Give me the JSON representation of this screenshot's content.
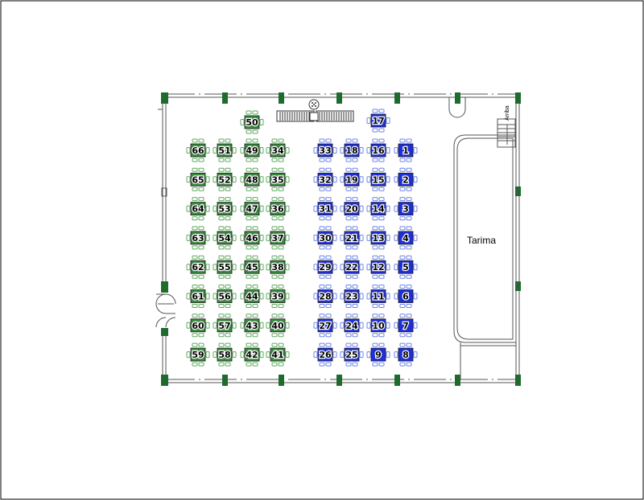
{
  "labels": {
    "stage": "Tarima",
    "stairs": "Arriba"
  },
  "colors": {
    "green_table": "#3a8a3e",
    "green_chair": "#5faa60",
    "blue_table": "#1f2fd8",
    "blue_chair": "#6f86e6",
    "wall": "#555555",
    "pillar": "#1e6b2e"
  },
  "tables": {
    "green": [
      {
        "number": "50",
        "col": 2,
        "row": -1
      },
      {
        "number": "66",
        "col": 0,
        "row": 0
      },
      {
        "number": "51",
        "col": 1,
        "row": 0
      },
      {
        "number": "49",
        "col": 2,
        "row": 0
      },
      {
        "number": "34",
        "col": 3,
        "row": 0
      },
      {
        "number": "65",
        "col": 0,
        "row": 1
      },
      {
        "number": "52",
        "col": 1,
        "row": 1
      },
      {
        "number": "48",
        "col": 2,
        "row": 1
      },
      {
        "number": "35",
        "col": 3,
        "row": 1
      },
      {
        "number": "64",
        "col": 0,
        "row": 2
      },
      {
        "number": "53",
        "col": 1,
        "row": 2
      },
      {
        "number": "47",
        "col": 2,
        "row": 2
      },
      {
        "number": "36",
        "col": 3,
        "row": 2
      },
      {
        "number": "63",
        "col": 0,
        "row": 3
      },
      {
        "number": "54",
        "col": 1,
        "row": 3
      },
      {
        "number": "46",
        "col": 2,
        "row": 3
      },
      {
        "number": "37",
        "col": 3,
        "row": 3
      },
      {
        "number": "62",
        "col": 0,
        "row": 4
      },
      {
        "number": "55",
        "col": 1,
        "row": 4
      },
      {
        "number": "45",
        "col": 2,
        "row": 4
      },
      {
        "number": "38",
        "col": 3,
        "row": 4
      },
      {
        "number": "61",
        "col": 0,
        "row": 5
      },
      {
        "number": "56",
        "col": 1,
        "row": 5
      },
      {
        "number": "44",
        "col": 2,
        "row": 5
      },
      {
        "number": "39",
        "col": 3,
        "row": 5
      },
      {
        "number": "60",
        "col": 0,
        "row": 6
      },
      {
        "number": "57",
        "col": 1,
        "row": 6
      },
      {
        "number": "43",
        "col": 2,
        "row": 6
      },
      {
        "number": "40",
        "col": 3,
        "row": 6
      },
      {
        "number": "59",
        "col": 0,
        "row": 7
      },
      {
        "number": "58",
        "col": 1,
        "row": 7
      },
      {
        "number": "42",
        "col": 2,
        "row": 7
      },
      {
        "number": "41",
        "col": 3,
        "row": 7
      }
    ],
    "blue": [
      {
        "number": "17",
        "col": 2,
        "row": -1
      },
      {
        "number": "33",
        "col": 0,
        "row": 0
      },
      {
        "number": "18",
        "col": 1,
        "row": 0
      },
      {
        "number": "16",
        "col": 2,
        "row": 0
      },
      {
        "number": "1",
        "col": 3,
        "row": 0
      },
      {
        "number": "32",
        "col": 0,
        "row": 1
      },
      {
        "number": "19",
        "col": 1,
        "row": 1
      },
      {
        "number": "15",
        "col": 2,
        "row": 1
      },
      {
        "number": "2",
        "col": 3,
        "row": 1
      },
      {
        "number": "31",
        "col": 0,
        "row": 2
      },
      {
        "number": "20",
        "col": 1,
        "row": 2
      },
      {
        "number": "14",
        "col": 2,
        "row": 2
      },
      {
        "number": "3",
        "col": 3,
        "row": 2
      },
      {
        "number": "30",
        "col": 0,
        "row": 3
      },
      {
        "number": "21",
        "col": 1,
        "row": 3
      },
      {
        "number": "13",
        "col": 2,
        "row": 3
      },
      {
        "number": "4",
        "col": 3,
        "row": 3
      },
      {
        "number": "29",
        "col": 0,
        "row": 4
      },
      {
        "number": "22",
        "col": 1,
        "row": 4
      },
      {
        "number": "12",
        "col": 2,
        "row": 4
      },
      {
        "number": "5",
        "col": 3,
        "row": 4
      },
      {
        "number": "28",
        "col": 0,
        "row": 5
      },
      {
        "number": "23",
        "col": 1,
        "row": 5
      },
      {
        "number": "11",
        "col": 2,
        "row": 5
      },
      {
        "number": "6",
        "col": 3,
        "row": 5
      },
      {
        "number": "27",
        "col": 0,
        "row": 6
      },
      {
        "number": "24",
        "col": 1,
        "row": 6
      },
      {
        "number": "10",
        "col": 2,
        "row": 6
      },
      {
        "number": "7",
        "col": 3,
        "row": 6
      },
      {
        "number": "26",
        "col": 0,
        "row": 7
      },
      {
        "number": "25",
        "col": 1,
        "row": 7
      },
      {
        "number": "9",
        "col": 2,
        "row": 7
      },
      {
        "number": "8",
        "col": 3,
        "row": 7
      }
    ]
  }
}
